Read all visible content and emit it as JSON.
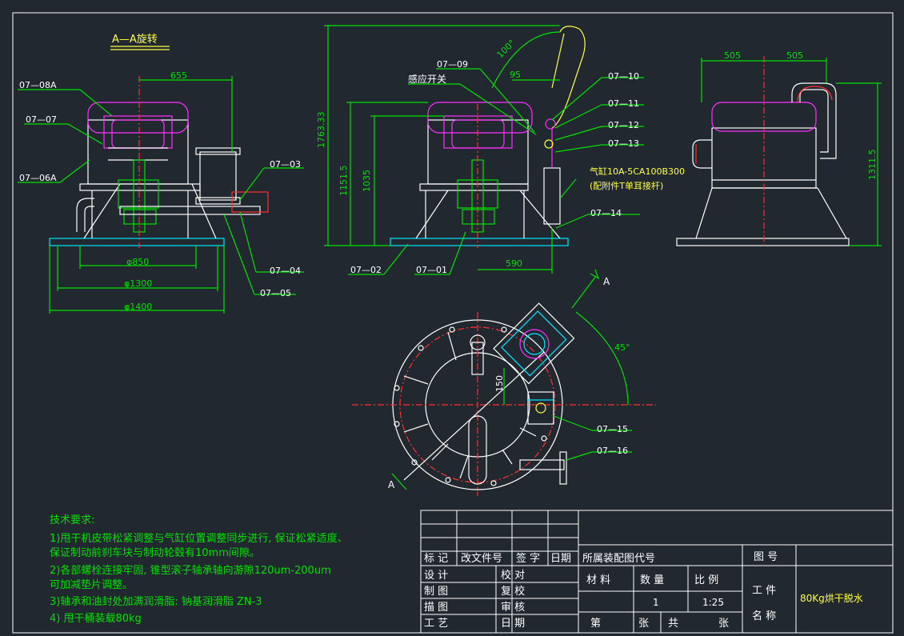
{
  "views": {
    "section_title": "A—A旋转",
    "section_marker": "A",
    "angle_45": "45°",
    "angle_100": "100°"
  },
  "callouts": {
    "c0708a": "07—08A",
    "c0707": "07—07",
    "c0706a": "07—06A",
    "c0703": "07—03",
    "c0704": "07—04",
    "c0705": "07—05",
    "c0709": "07—09",
    "sensor": "感应开关",
    "c0710": "07—10",
    "c0711": "07—11",
    "c0712": "07—12",
    "c0713": "07—13",
    "cyl_line1": "气缸10A-5CA100B300",
    "cyl_line2": "(配附件T单耳接杆)",
    "c0714": "07—14",
    "c0702": "07—02",
    "c0701": "07—01",
    "c0715": "07—15",
    "c0716": "07—16"
  },
  "dimensions": {
    "d655": "655",
    "d850": "φ850",
    "d1300": "φ1300",
    "d1400": "φ1400",
    "d95": "95",
    "d1763": "1763.33",
    "d1151": "1151.5",
    "d1035": "1035",
    "d590": "590",
    "d505a": "505",
    "d505b": "505",
    "d1311": "1311.5",
    "d150": "150"
  },
  "notes": {
    "title": "技术要求:",
    "line1": "1)甩干机皮带松紧调整与气缸位置调整同步进行, 保证松紧适度、",
    "line2": "   保证制动前刹车块与制动轮毂有10mm间隙。",
    "line3": "2)各部螺栓连接牢固, 锥型滚子轴承轴向游隙120um-200um",
    "line4": "   可加减垫片调整。",
    "line5": "3)轴承和油封处加满润滑脂: 钠基润滑脂 ZN-3",
    "line6": " 4) 甩干桶装载80kg"
  },
  "title_block": {
    "biaoji": "标 记",
    "gaiwenjianhao": "改文件号",
    "qianzi": "签 字",
    "riqi": "日期",
    "suoshu": "所属装配图代号",
    "tuhao": "图 号",
    "sheji": "设 计",
    "jiaodui": "校 对",
    "cailiao": "材  料",
    "shuliang": "数  量",
    "bili": "比  例",
    "gongjian": "工  件",
    "gongjian_name": "80Kg烘干脱水",
    "zhitu": "制 图",
    "fujiao": "复 校",
    "qty_value": "1",
    "scale_value": "1:25",
    "miaotu": "描 图",
    "shenhe": "审 核",
    "mingcheng": "名  称",
    "gongyi": "工 艺",
    "riqi2": "日 期",
    "di": "第",
    "zhang1": "张",
    "gong": "共",
    "zhang2": "张"
  }
}
